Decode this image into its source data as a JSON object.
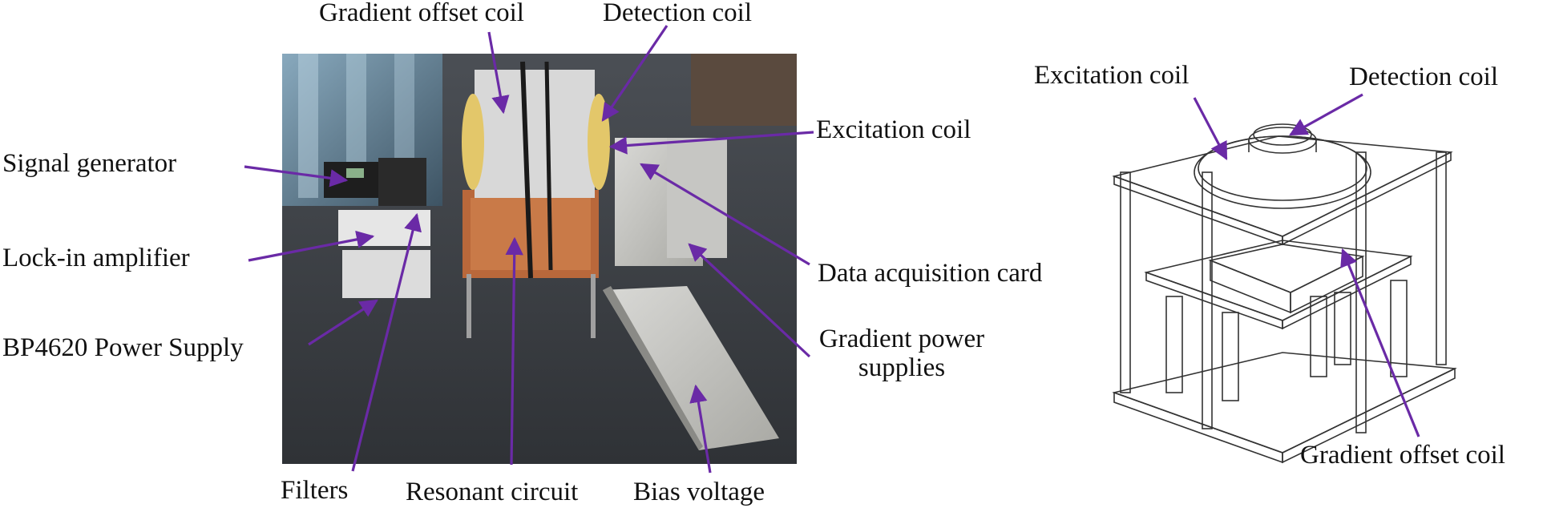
{
  "figure": {
    "left_panel_labels": {
      "gradient_offset_coil": "Gradient offset coil",
      "detection_coil": "Detection coil",
      "signal_generator": "Signal generator",
      "excitation_coil": "Excitation coil",
      "lock_in_amplifier": "Lock-in amplifier",
      "data_acquisition_card": "Data acquisition card",
      "gradient_power_supplies": "Gradient power supplies",
      "bp4620_power_supply": "BP4620 Power Supply",
      "filters": "Filters",
      "resonant_circuit": "Resonant circuit",
      "bias_voltage": "Bias voltage"
    },
    "right_panel_labels": {
      "excitation_coil": "Excitation coil",
      "detection_coil": "Detection coil",
      "gradient_offset_coil": "Gradient offset coil"
    },
    "arrow_color": "#6a2aa6",
    "photo_description_icon": "lab-setup-photo",
    "cad_description_icon": "coil-assembly-drawing"
  }
}
